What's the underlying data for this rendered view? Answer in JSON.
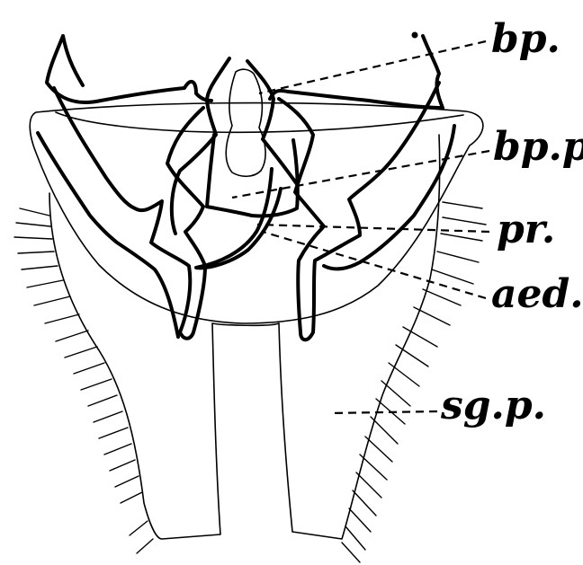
{
  "figure": {
    "labels": [
      {
        "id": "bp",
        "text": "bp."
      },
      {
        "id": "bpp",
        "text": "bp.p."
      },
      {
        "id": "pr",
        "text": "pr."
      },
      {
        "id": "aed",
        "text": "aed."
      },
      {
        "id": "sgp",
        "text": "sg.p."
      }
    ]
  }
}
